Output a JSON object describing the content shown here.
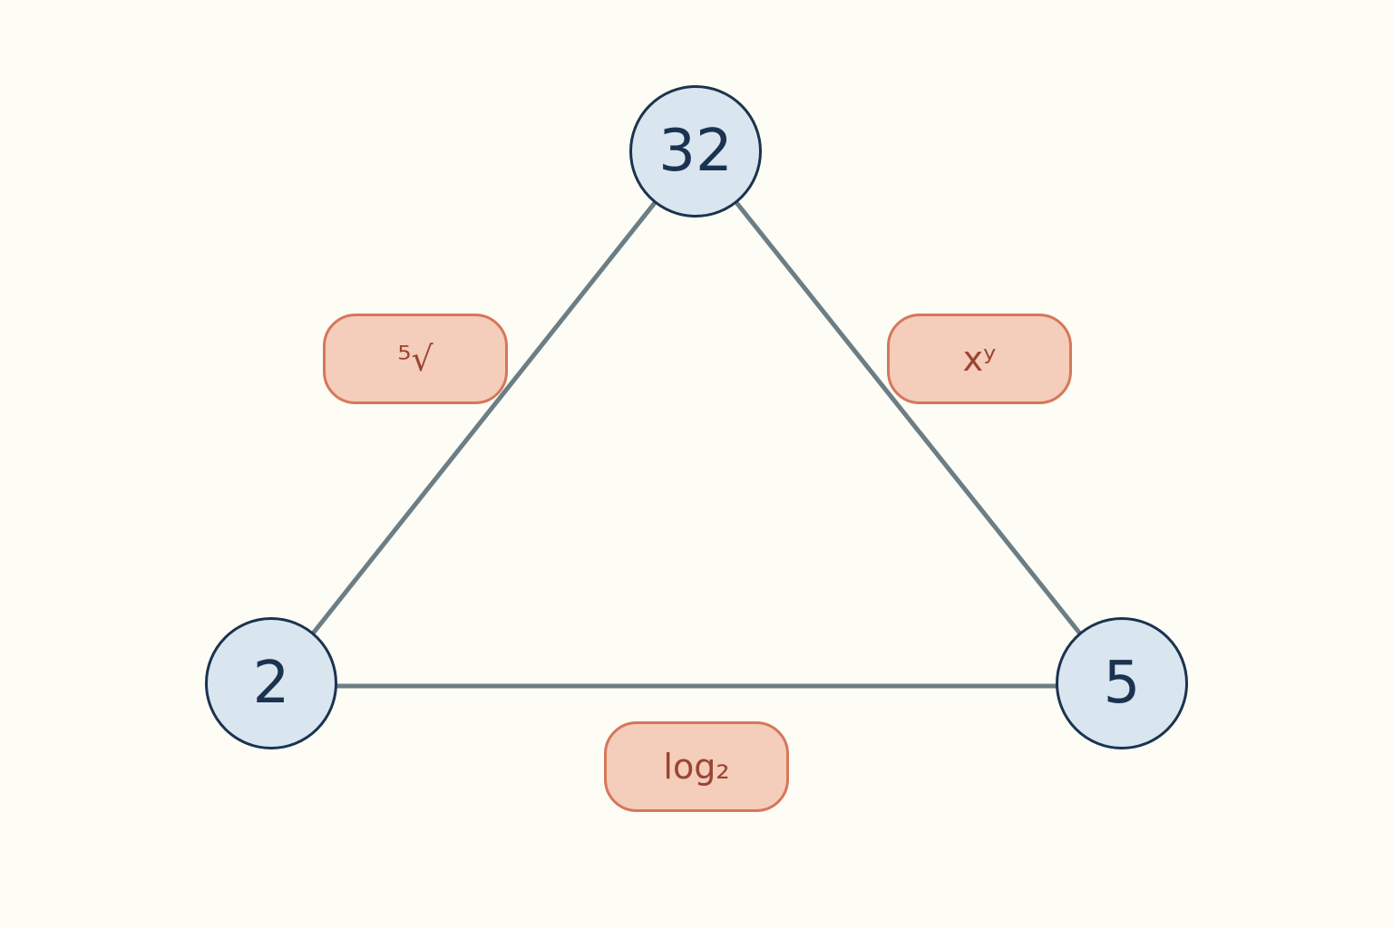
{
  "colors": {
    "background": "#fdfcf5",
    "edge": "#6c7e85",
    "node_fill": "#d9e6ef",
    "node_border": "#1b3350",
    "node_text": "#1b3350",
    "operator_fill": "#f5cdbb",
    "operator_border": "#d6775a",
    "operator_text": "#9a4530"
  },
  "nodes": {
    "top": {
      "label": "32"
    },
    "left": {
      "label": "2"
    },
    "right": {
      "label": "5"
    }
  },
  "operators": {
    "left_edge": {
      "label": "⁵√"
    },
    "right_edge": {
      "label": "xʸ"
    },
    "bottom_edge": {
      "label": "log₂"
    }
  },
  "edges": [
    {
      "from": "top",
      "to": "left"
    },
    {
      "from": "top",
      "to": "right"
    },
    {
      "from": "left",
      "to": "right"
    }
  ]
}
